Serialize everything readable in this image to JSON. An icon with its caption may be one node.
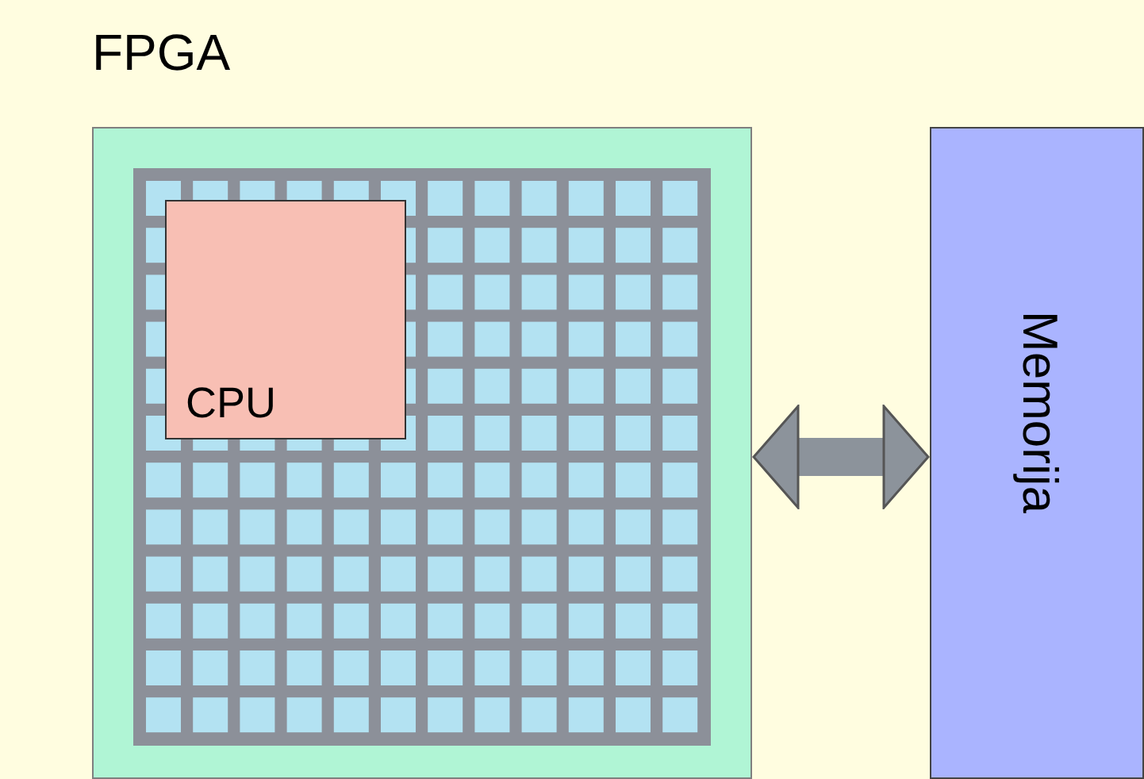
{
  "diagram": {
    "nodes": [
      {
        "text": [
          "FPGA"
        ]
      },
      {
        "text": [
          "CPU"
        ],
        "in": 0
      },
      {
        "text": [
          "Memorija"
        ]
      }
    ],
    "edges": [
      {
        "from": 0,
        "to": 2,
        "arrow": "both"
      }
    ]
  }
}
